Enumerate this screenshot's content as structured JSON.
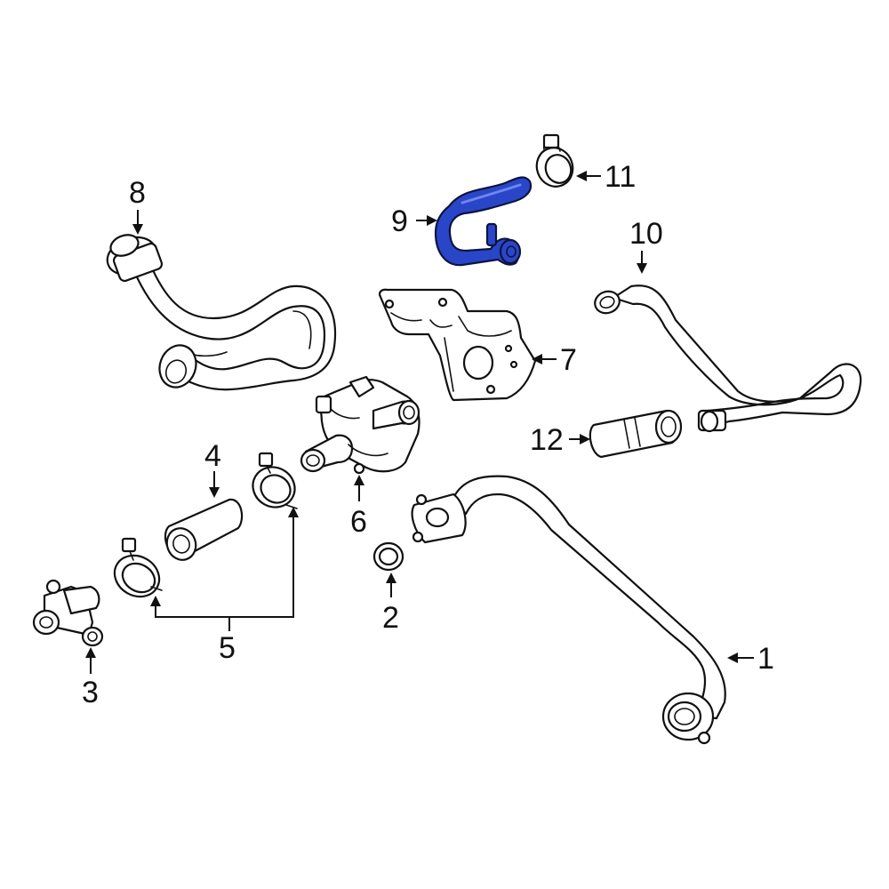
{
  "callouts": {
    "c1": "1",
    "c2": "2",
    "c3": "3",
    "c4": "4",
    "c5": "5",
    "c6": "6",
    "c7": "7",
    "c8": "8",
    "c9": "9",
    "c10": "10",
    "c11": "11",
    "c12": "12"
  },
  "colors": {
    "highlight": "#2a46c8",
    "line": "#111111",
    "background": "#ffffff"
  }
}
